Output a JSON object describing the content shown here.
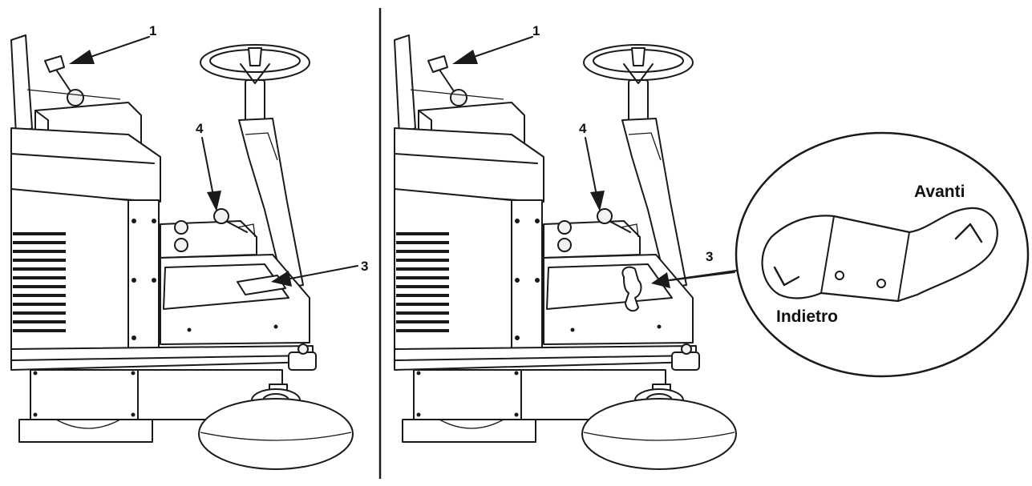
{
  "callouts": {
    "lever_1": "1",
    "pedal_3": "3",
    "knob_4": "4"
  },
  "detail": {
    "forward_label": "Avanti",
    "reverse_label": "Indietro"
  },
  "colors": {
    "line": "#1a1a1a",
    "background": "#ffffff"
  }
}
